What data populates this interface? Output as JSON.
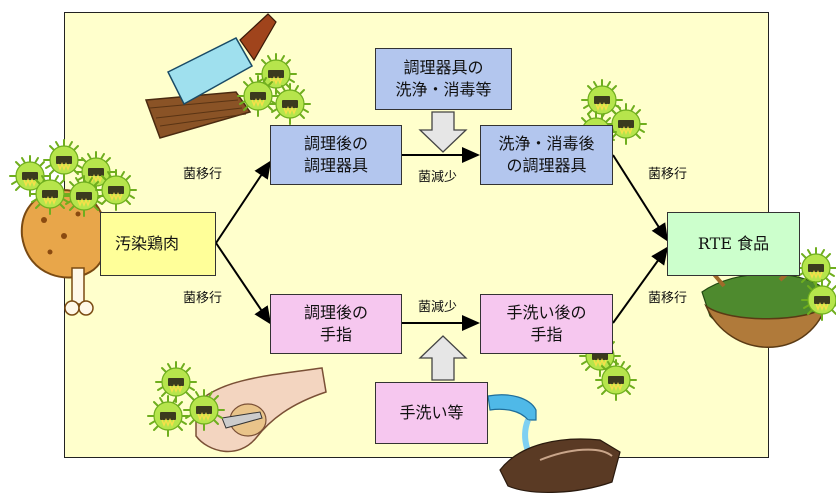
{
  "nodes": {
    "contaminated_chicken": "汚染鶏肉",
    "utensils_after_cooking": "調理後の\n調理器具",
    "utensils_washing_disinfection": "調理器具の\n洗浄・消毒等",
    "utensils_after_disinfection": "洗浄・消毒後\nの調理器具",
    "fingers_after_cooking": "調理後の\n手指",
    "handwashing": "手洗い等",
    "fingers_after_washing": "手洗い後の\n手指",
    "rte_food": "RTE 食品"
  },
  "labels": {
    "transfer_left_top": "菌移行",
    "transfer_left_bottom": "菌移行",
    "reduction_top": "菌減少",
    "reduction_bottom": "菌減少",
    "transfer_right_top": "菌移行",
    "transfer_right_bottom": "菌移行"
  },
  "colors": {
    "panel": "#ffffcc",
    "node_blue": "#b3c6ee",
    "node_pink": "#f6c7ef",
    "node_yellow": "#ffff99",
    "node_green": "#ccffcc",
    "bacteria": "#a8e14a"
  },
  "icons": [
    "cleaver-on-board-icon",
    "chicken-leg-icon",
    "bacteria-cluster-icon",
    "peeling-hands-icon",
    "handwashing-faucet-icon",
    "salad-bowl-icon"
  ]
}
